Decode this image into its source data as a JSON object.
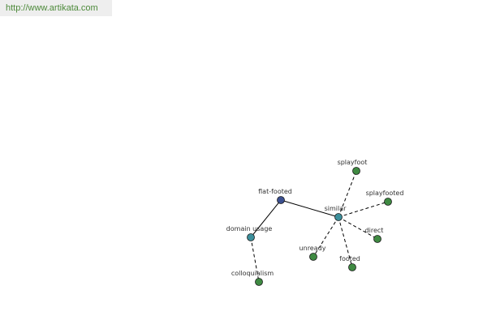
{
  "watermark": "http://www.artikata.com",
  "colors": {
    "edge": "#000000",
    "central": "#3b4f8f",
    "intermediate": "#3c8f9b",
    "leaf": "#3f8a42",
    "node_stroke": "#1a1a1a"
  },
  "graph": {
    "nodes": [
      {
        "id": "flat-footed",
        "label": "flat-footed",
        "kind": "central"
      },
      {
        "id": "similar",
        "label": "similar",
        "kind": "intermediate"
      },
      {
        "id": "domain-usage",
        "label": "domain usage",
        "kind": "intermediate"
      },
      {
        "id": "colloquialism",
        "label": "colloquialism",
        "kind": "leaf"
      },
      {
        "id": "splayfoot",
        "label": "splayfoot",
        "kind": "leaf"
      },
      {
        "id": "splayfooted",
        "label": "splayfooted",
        "kind": "leaf"
      },
      {
        "id": "direct",
        "label": "direct",
        "kind": "leaf"
      },
      {
        "id": "footed",
        "label": "footed",
        "kind": "leaf"
      },
      {
        "id": "unready",
        "label": "unready",
        "kind": "leaf"
      }
    ],
    "edges": [
      {
        "from": "flat-footed",
        "to": "similar",
        "style": "solid"
      },
      {
        "from": "flat-footed",
        "to": "domain-usage",
        "style": "solid"
      },
      {
        "from": "domain-usage",
        "to": "colloquialism",
        "style": "dashed"
      },
      {
        "from": "similar",
        "to": "splayfoot",
        "style": "dashed"
      },
      {
        "from": "similar",
        "to": "splayfooted",
        "style": "dashed"
      },
      {
        "from": "similar",
        "to": "direct",
        "style": "dashed"
      },
      {
        "from": "similar",
        "to": "footed",
        "style": "dashed"
      },
      {
        "from": "similar",
        "to": "unready",
        "style": "dashed"
      }
    ]
  }
}
